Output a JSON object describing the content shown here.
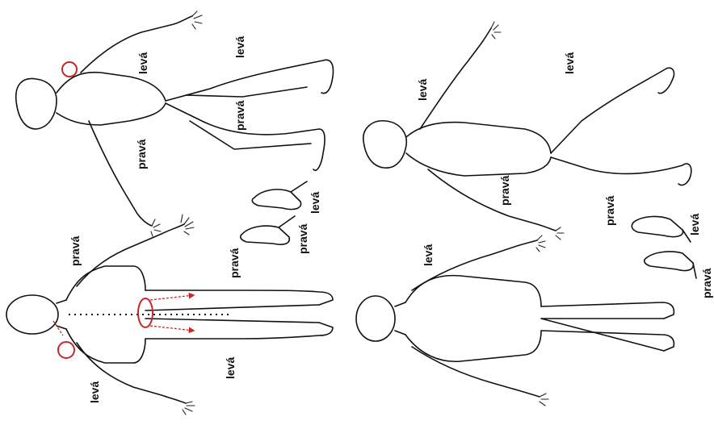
{
  "labels": {
    "leva": "levá",
    "prava": "pravá"
  },
  "colors": {
    "outline": "#111111",
    "marker": "#c62828",
    "background": "#ffffff"
  },
  "figures": [
    "front-view-upper-left",
    "side-view-upper-right",
    "front-view-lower-left",
    "side-view-lower-right",
    "feet-pair-upper",
    "feet-pair-lower"
  ],
  "markers": [
    "shoulder-circle-back",
    "shoulder-circle-front",
    "pelvis-projection"
  ]
}
